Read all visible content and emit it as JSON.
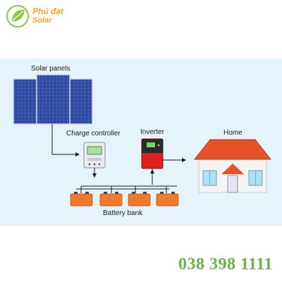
{
  "brand": {
    "name_line1": "Phú đạt",
    "name_line2": "Solar"
  },
  "labels": {
    "solar_panels": "Solar panels",
    "charge_controller": "Charge controller",
    "inverter": "Inverter",
    "home": "Home",
    "battery_bank": "Battery bank"
  },
  "phone": "038 398 1111",
  "colors": {
    "background_panel": "#e4f4fa",
    "solar_panel": "#2d4aa0",
    "roof": "#e8522a",
    "battery": "#f07a2a",
    "inverter": "#e02020",
    "phone_text": "#6ab344",
    "brand_text": "#f5a623"
  }
}
